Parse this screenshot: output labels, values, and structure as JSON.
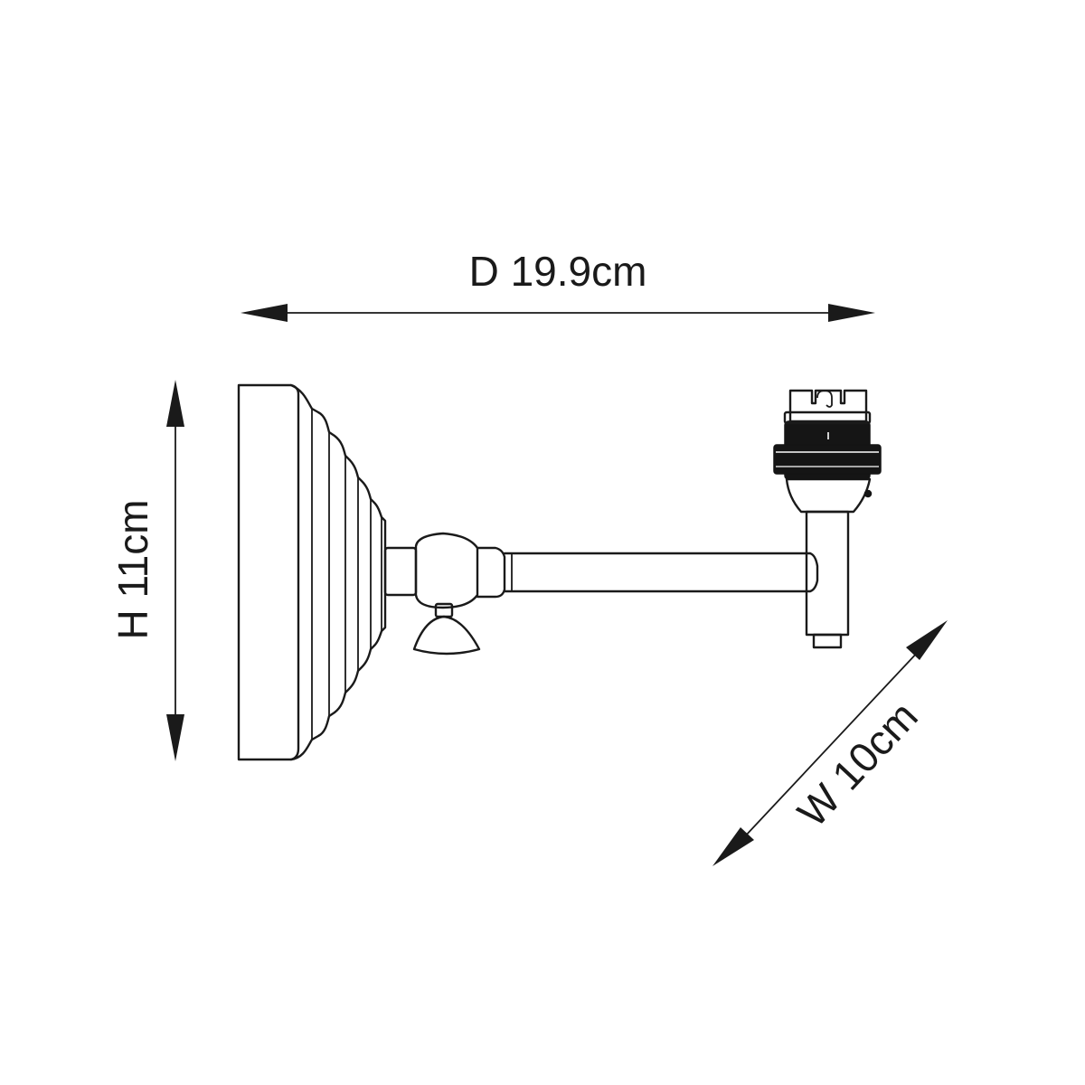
{
  "dimensions": {
    "depth_label": "D 19.9cm",
    "height_label": "H 11cm",
    "width_label": "W 10cm"
  },
  "colors": {
    "line": "#1a1a1a",
    "background": "#ffffff"
  }
}
